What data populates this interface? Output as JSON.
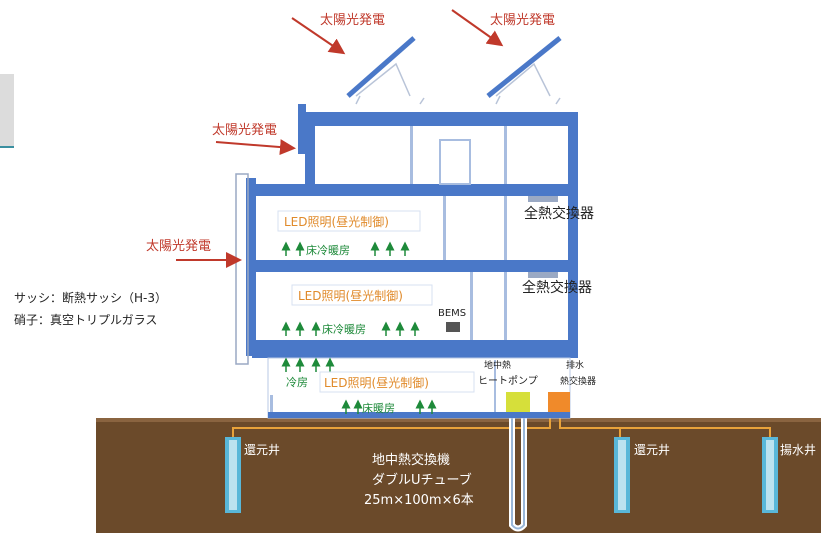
{
  "labels": {
    "solar_power": "太陽光発電",
    "heat_exchanger": "全熱交換器",
    "led_daylight": "LED照明(昼光制御)",
    "floor_heating_cooling": "床冷暖房",
    "floor_heating": "床暖房",
    "cooling": "冷房",
    "bems": "BEMS",
    "sash_line1": "サッシ：断熱サッシ（H-3）",
    "sash_line2": "硝子：真空トリプルガラス",
    "heat_pump_line1": "地中熱",
    "heat_pump_line2": "ヒートポンプ",
    "water_hx_line1": "排水",
    "water_hx_line2": "熱交換器",
    "return_well": "還元井",
    "pump_well": "揚水井",
    "ground_hx_line1": "地中熱交換機",
    "ground_hx_line2": "ダブルUチューブ",
    "ground_hx_line3": "25m×100m×6本"
  },
  "colors": {
    "structure": "#4a78c8",
    "solar_label": "#c0392b",
    "led_label": "#e08a2a",
    "green_label": "#1e8a3a",
    "ground": "#6b4a2a",
    "well": "#59b7d8",
    "pipe": "#e8a23a",
    "heat_pump_box": "#d6df3a",
    "water_hx_box": "#f08a2a"
  }
}
